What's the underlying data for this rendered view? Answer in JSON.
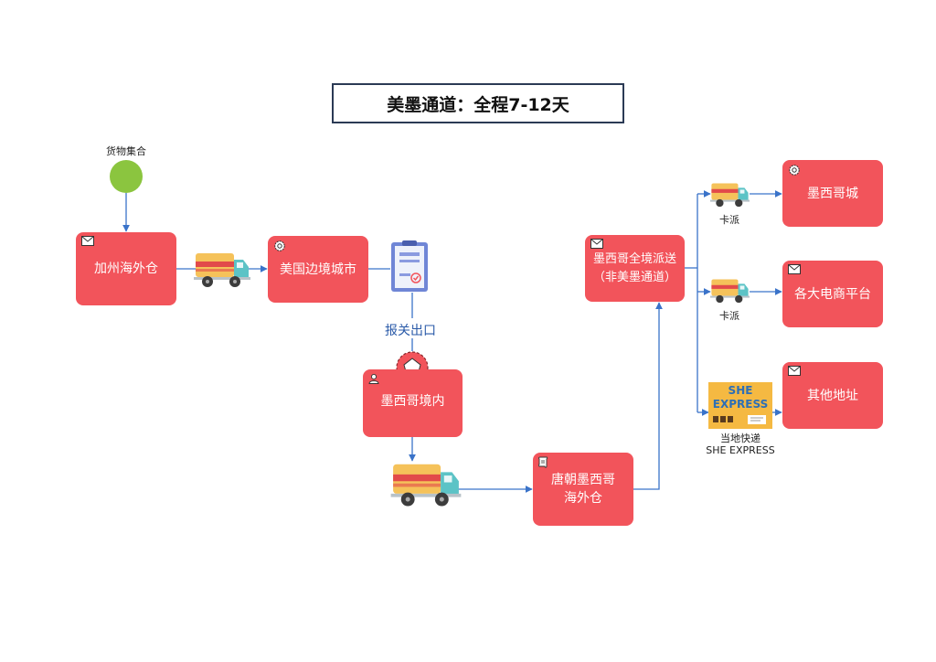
{
  "title": "美墨通道：全程7-12天",
  "start_event": {
    "label": "货物集合"
  },
  "nodes": {
    "ca_warehouse": {
      "lines": [
        "加州海外仓"
      ],
      "icon": "envelope-icon"
    },
    "us_border_city": {
      "lines": [
        "美国边境城市"
      ],
      "icon": "gear-icon"
    },
    "mexico_domestic": {
      "lines": [
        "墨西哥境内"
      ],
      "icon": "user-icon"
    },
    "tangchao_warehouse": {
      "lines": [
        "唐朝墨西哥",
        "海外仓"
      ],
      "icon": "script-icon"
    },
    "mexico_delivery": {
      "lines": [
        "墨西哥全境派送",
        "（非美墨通道）"
      ],
      "icon": "envelope-icon"
    },
    "mexico_city": {
      "lines": [
        "墨西哥城"
      ],
      "icon": "gear-icon"
    },
    "ecommerce_platforms": {
      "lines": [
        "各大电商平台"
      ],
      "icon": "envelope-icon"
    },
    "other_addresses": {
      "lines": [
        "其他地址"
      ],
      "icon": "envelope-icon"
    }
  },
  "customs": {
    "label": "报关出口",
    "icon": "document-check-icon"
  },
  "gateway": {
    "icon": "pentagon-icon"
  },
  "truck_labels": {
    "to_city": "卡派",
    "to_platforms": "卡派"
  },
  "she_express": {
    "logo_line1": "SHE",
    "logo_line2": "EXPRESS",
    "caption_line1": "当地快递",
    "caption_line2": "SHE EXPRESS"
  },
  "colors": {
    "node_fill": "#f2545b",
    "arrow": "#3a73c9",
    "start_event": "#8bc53f",
    "gateway_fill": "#f2545b",
    "title_border": "#2b3a55",
    "she_yellow": "#f5b942",
    "she_blue": "#2d6fb6"
  }
}
